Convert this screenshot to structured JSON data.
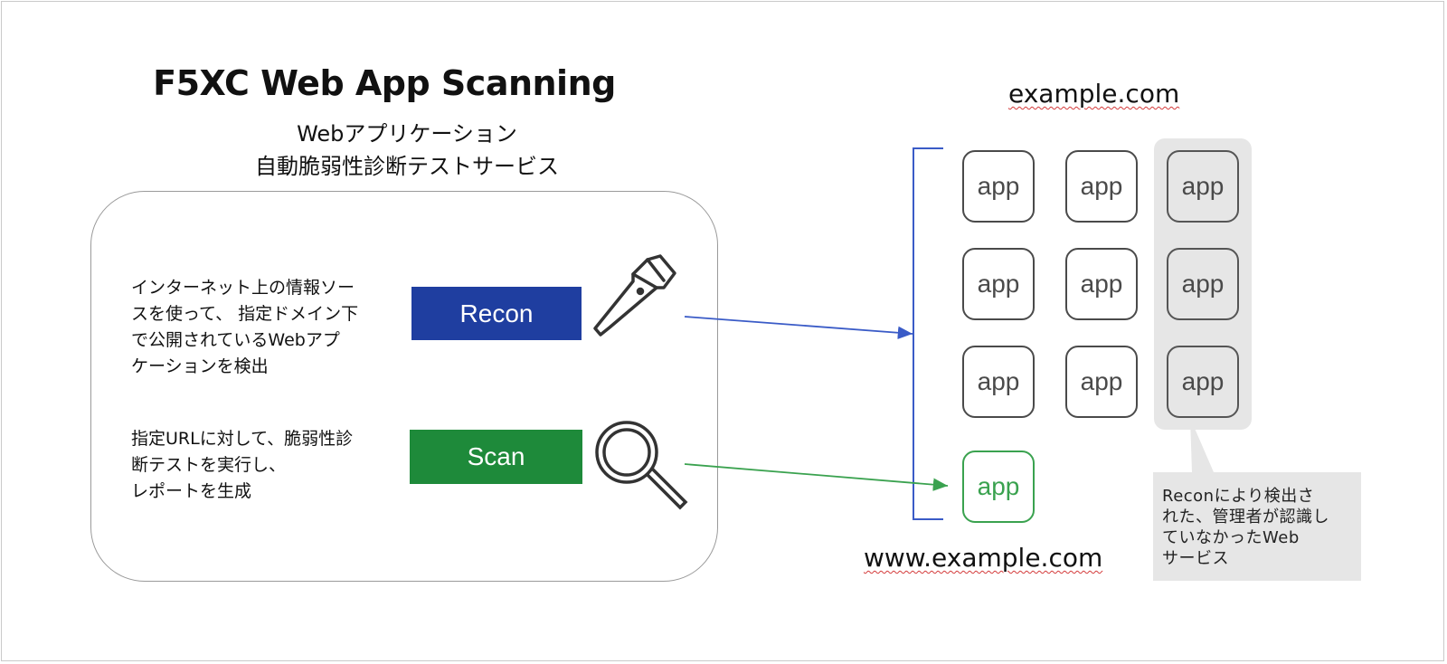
{
  "title": "F5XC Web App Scanning",
  "subtitle": {
    "line1": "Webアプリケーション",
    "line2": "自動脆弱性診断テストサービス"
  },
  "recon": {
    "button_label": "Recon",
    "button_color": "#1f3ea0",
    "icon": "flashlight-icon",
    "description": [
      "インターネット上の情報ソー",
      "スを使って、 指定ドメイン下",
      "で公開されているWebアプ",
      "ケーションを検出"
    ],
    "arrow_color": "#3a5bc7"
  },
  "scan": {
    "button_label": "Scan",
    "button_color": "#1e8a3a",
    "icon": "magnifier-icon",
    "description": [
      "指定URLに対して、脆弱性診",
      "断テストを実行し、",
      "レポートを生成"
    ],
    "arrow_color": "#3aa24f"
  },
  "domains": {
    "top": "example.com",
    "bottom": "www.example.com"
  },
  "apps": {
    "label": "app",
    "grid": [
      [
        "app",
        "app",
        "app"
      ],
      [
        "app",
        "app",
        "app"
      ],
      [
        "app",
        "app",
        "app"
      ]
    ],
    "scanned": "app"
  },
  "callout": {
    "lines": [
      "Reconにより検出さ",
      "れた、管理者が認識し",
      "ていなかったWeb",
      "サービス"
    ]
  }
}
